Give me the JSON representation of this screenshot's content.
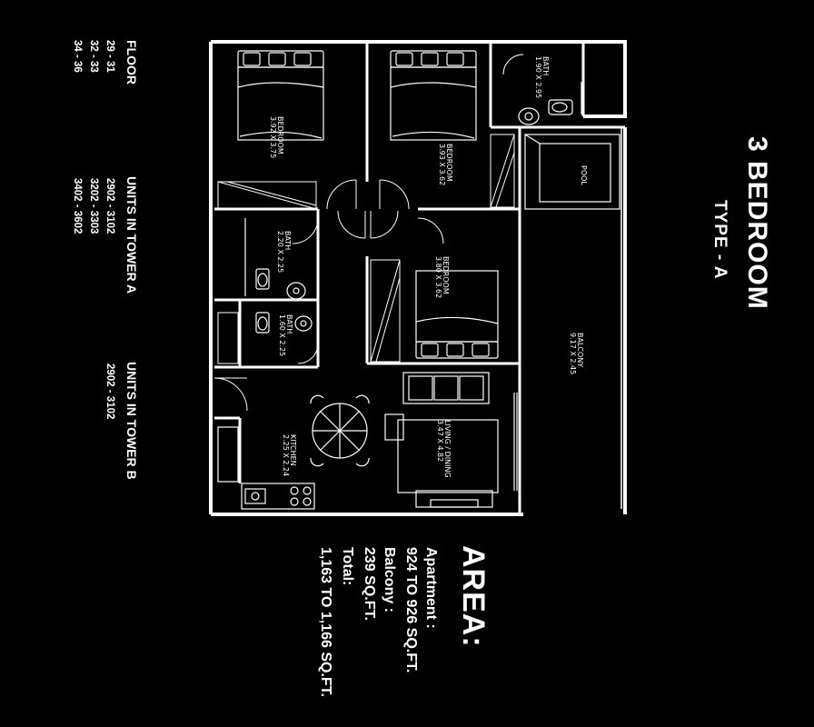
{
  "header": {
    "title": "3 BEDROOM",
    "subtitle": "TYPE - A"
  },
  "area": {
    "heading": "AREA:",
    "apartment_label": "Apartment :",
    "apartment_value": "924 TO 926 SQ.FT.",
    "balcony_label": "Balcony :",
    "balcony_value": "239 SQ.FT.",
    "total_label": "Total:",
    "total_value": "1,163 TO 1,166 SQ.FT."
  },
  "units_table": {
    "col_floor": "FLOOR",
    "col_tower_a": "UNITS IN TOWER A",
    "col_tower_b": "UNITS IN TOWER B",
    "rows": [
      {
        "floor": "29 - 31",
        "tower_a": "2902 - 3102",
        "tower_b": "2902 - 3102"
      },
      {
        "floor": "32 - 33",
        "tower_a": "3202 - 3303",
        "tower_b": ""
      },
      {
        "floor": "34 - 36",
        "tower_a": "3402 - 3602",
        "tower_b": ""
      }
    ]
  },
  "rooms": {
    "bedroom_1": {
      "name": "BEDROOM",
      "dims": "3.92 X 3.75"
    },
    "bedroom_2": {
      "name": "BEDROOM",
      "dims": "3.93 X 3.62"
    },
    "bedroom_3": {
      "name": "BEDROOM",
      "dims": "3.80 X 3.62"
    },
    "bath_1": {
      "name": "BATH",
      "dims": "1.90 X 2.95"
    },
    "bath_2": {
      "name": "BATH",
      "dims": "2.20 X 2.25"
    },
    "bath_3": {
      "name": "BATH",
      "dims": "1.60 X 2.25"
    },
    "pool": {
      "name": "POOL",
      "dims": ""
    },
    "balcony": {
      "name": "BALCONY",
      "dims": "9.17 X 2.45"
    },
    "kitchen": {
      "name": "KITCHEN",
      "dims": "2.25 X 2.24"
    },
    "living": {
      "name": "LIVING / DINING",
      "dims": "3.47 X 4.82"
    }
  },
  "colors": {
    "background": "#000000",
    "lines": "#ffffff"
  }
}
